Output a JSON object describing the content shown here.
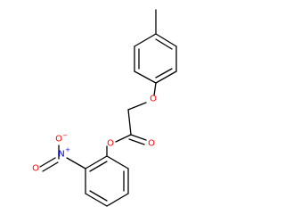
{
  "molecule": {
    "atom_labels": {
      "ether_oxygen": "O",
      "ester_single_oxygen": "O",
      "carbonyl_oxygen": "O",
      "nitro_nitrogen": "N",
      "nitro_nitrogen_charge": "+",
      "nitro_oxygen_minus": "O",
      "nitro_oxygen_minus_charge": "−",
      "nitro_oxygen_double": "O"
    },
    "colors": {
      "bond": "#000000",
      "oxygen": "#ff0000",
      "nitrogen": "#0000ff"
    }
  }
}
